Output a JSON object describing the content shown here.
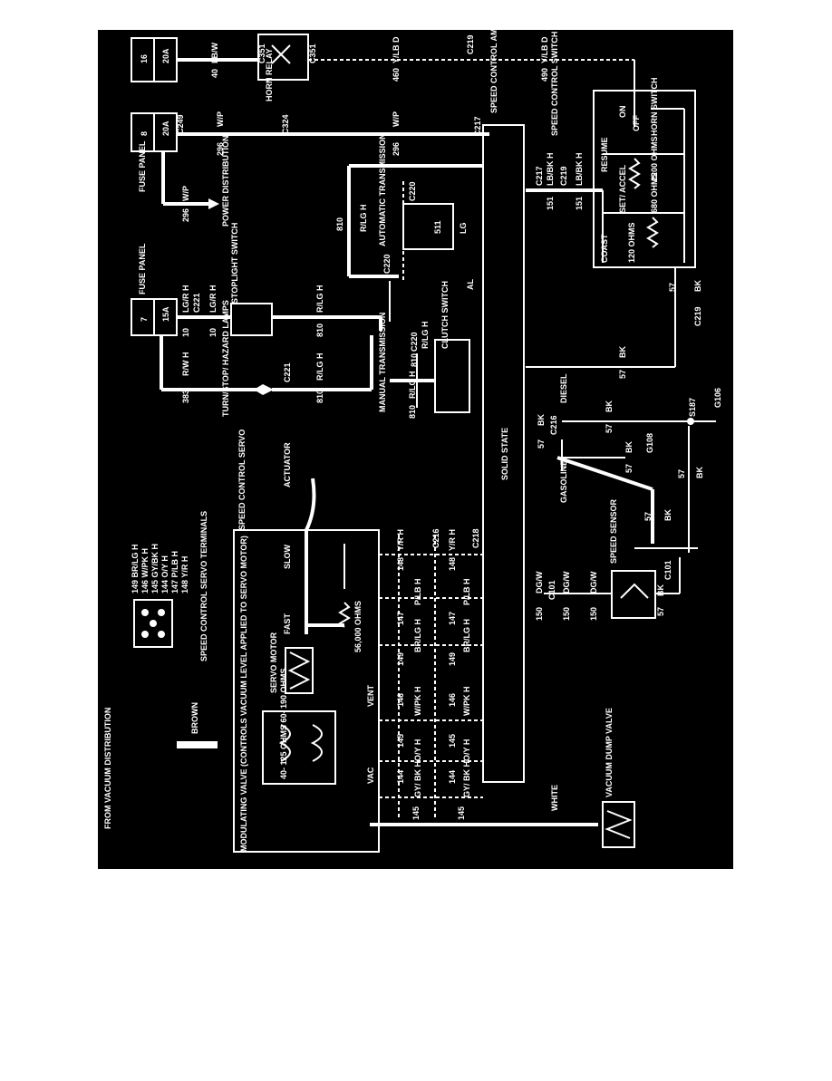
{
  "diagram": {
    "background": "#000000",
    "line_color": "#ffffff",
    "page_background": "#ffffff",
    "labels": {
      "fuse16": "16",
      "fuse20a_top": "20A",
      "wire40": "40",
      "lbw": "LB/W",
      "c351a": "C351",
      "c351b": "C351",
      "horn_relay": "HORN RELAY",
      "wire460": "460",
      "ylbd_a": "Y/LB D",
      "c219_top": "C219",
      "wire490": "490",
      "ylbd_b": "Y/LB D",
      "fuse8": "8",
      "fuse20a_mid": "20A",
      "c249": "C249",
      "c324": "C324",
      "wp_a": "W/P",
      "wire296_a": "296",
      "wp_b": "W/P",
      "wire296_b": "296",
      "c217_a": "C217",
      "speed_control_amplifier": "SPEED CONTROL AMPLIFIER",
      "fuse_panel_a": "FUSE PANEL",
      "wp_c": "W/P",
      "wire296_c": "296",
      "power_distribution": "POWER DISTRIBUTION",
      "speed_control_switch_assembly": "SPEED CONTROL SWITCH ASSEMBLY",
      "on": "ON",
      "off": "OFF",
      "horn_switch": "HORN SWITCH",
      "resume": "RESUME",
      "ohms2200": "2200 OHMS",
      "set_accel": "SET/ ACCEL",
      "ohms680": "680 OHMS",
      "coast": "COAST",
      "ohms120": "120 OHMS",
      "c217_b": "C217",
      "lbbkh_a": "LB/BK H",
      "c219_mid": "C219",
      "lbbkh_b": "LB/BK H",
      "wire151_a": "151",
      "wire151_b": "151",
      "c220_a": "C220",
      "wire511": "511",
      "lg": "LG",
      "automatic_transmission": "AUTOMATIC TRANSMISSION",
      "rlgh_a": "R/LG H",
      "wire810_a": "810",
      "c220_b": "C220",
      "al": "AL",
      "fuse_panel_b": "FUSE PANEL",
      "fuse7": "7",
      "fuse15a": "15A",
      "c221_a": "C221",
      "lgrh_a": "LG/R H",
      "wire10_a": "10",
      "lgrh_b": "LG/R H",
      "wire10_b": "10",
      "stoplight_switch": "STOPLIGHT SWITCH",
      "rlgh_b": "R/LG H",
      "wire810_b": "810",
      "c220_c": "C220",
      "rlgh_c": "R/LG H",
      "wire810_c": "810",
      "clutch_switch": "CLUTCH SWITCH",
      "rlgh_d": "R/LG H",
      "wire810_d": "810",
      "manual_transmission": "MANUAL TRANSMISSION",
      "rwh": "R/W H",
      "wire383": "383",
      "turn_stop_hazard": "TURN/STOP/ HAZARD LAMPS",
      "c221_b": "C221",
      "rlgh_e": "R/LG H",
      "wire810_e": "810",
      "solid_state": "SOLID STATE",
      "diesel": "DIESEL",
      "bk_a": "BK",
      "wire57_a": "57",
      "c216_a": "C216",
      "bk_b": "BK",
      "wire57_b": "57",
      "s187": "S187",
      "g106": "G106",
      "g108": "G108",
      "bk_c": "BK",
      "wire57_c": "57",
      "gasoline": "GASOLINE",
      "bk_d": "BK",
      "wire57_d": "57",
      "bk_e": "BK",
      "wire57_e": "57",
      "bk_f": "BK",
      "wire57_f": "57",
      "c219_bot": "C219",
      "bk_g": "BK",
      "wire57_g": "57",
      "actuator": "ACTUATOR",
      "speed_control_servo": "SPEED CONTROL SERVO",
      "slow": "SLOW",
      "fast": "FAST",
      "ohms56000": "56,000 OHMS",
      "servo_motor": "SERVO MOTOR",
      "vent": "VENT",
      "vac": "VAC",
      "brown": "BROWN",
      "white": "WHITE",
      "from_vacuum_distribution": "FROM VACUUM DISTRIBUTION",
      "modulating_valve": "MODULATING VALVE (CONTROLS VACUUM LEVEL APPLIED TO SERVO MOTOR)",
      "ohms_mod": "40- 125 OHMS 60- 190 OHMS",
      "vacuum_dump_valve": "VACUUM DUMP VALVE",
      "speed_sensor": "SPEED SENSOR",
      "c101": "C101",
      "bk_h": "BK",
      "wire57_h": "57",
      "dgw_a": "DG/W",
      "wire150_a": "150",
      "c101_b": "C101",
      "dgw_b": "DG/W",
      "wire150_b": "150",
      "dgw_c": "DG/W",
      "wire150_c": "150",
      "servo_terminals_title": "SPEED CONTROL SERVO TERMINALS",
      "term149": "149 BR/LG H",
      "term146": "146 W/PK H",
      "term145": "145 GY/BK H",
      "term144": "144 O/Y H",
      "term147": "147 P/LB H",
      "term148": "148 Y/R H",
      "c216_b": "C216",
      "c218": "C218",
      "w148a": "148",
      "yrh_a": "Y/R H",
      "w148b": "148",
      "yrh_b": "Y/R H",
      "w147a": "147",
      "plbh_a": "P/LB H",
      "w147b": "147",
      "plbh_b": "P/LB H",
      "w149a": "149",
      "brlgh_a": "BR/LG H",
      "w149b": "149",
      "brlgh_b": "BR/LG H",
      "w146a": "146",
      "wpkh_a": "W/PK H",
      "w146b": "146",
      "wpkh_b": "W/PK H",
      "w145a": "145",
      "oyh_a": "O/Y H",
      "w145b": "145",
      "oyh_b": "O/Y H",
      "w144a": "144",
      "gybkh_a": "GY/ BK H",
      "w144b": "144",
      "gybkh_b": "GY/ BK H",
      "w145c": "145",
      "w145d": "145"
    }
  }
}
